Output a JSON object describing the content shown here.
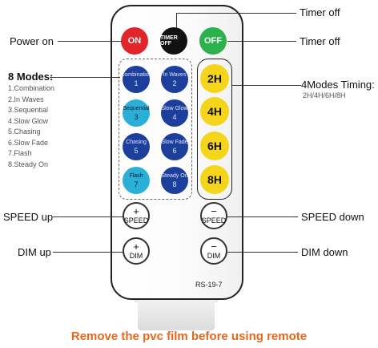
{
  "labels": {
    "power_on": "Power on",
    "timer_off_top": "Timer off",
    "timer_off_right": "Timer off",
    "modes_title": "8 Modes:",
    "modes_list": [
      "1.Combination",
      "2.In Waves",
      "3.Sequential",
      "4.Slow Glow",
      "5.Chasing",
      "6.Slow Fade",
      "7.Flash",
      "8.Steady On"
    ],
    "timing_title": "4Modes Timing:",
    "timing_sub": "2H/4H/6H/8H",
    "speed_up": "SPEED up",
    "speed_down": "SPEED down",
    "dim_up": "DIM up",
    "dim_down": "DIM down",
    "bottom_note": "Remove the pvc film before using remote"
  },
  "remote": {
    "model": "RS-19-7",
    "on_button": "ON",
    "timer_off_button": "TIMER OFF",
    "off_button": "OFF",
    "mode_buttons": [
      {
        "name": "Combination",
        "num": "1"
      },
      {
        "name": "In Waves",
        "num": "2"
      },
      {
        "name": "Sequential",
        "num": "3"
      },
      {
        "name": "Slow Glow",
        "num": "4"
      },
      {
        "name": "Chasing",
        "num": "5"
      },
      {
        "name": "Slow Fade",
        "num": "6"
      },
      {
        "name": "Flash",
        "num": "7"
      },
      {
        "name": "Steady On",
        "num": "8"
      }
    ],
    "timer_buttons": [
      "2H",
      "4H",
      "6H",
      "8H"
    ],
    "speed_up": {
      "sym": "+",
      "label": "SPEED"
    },
    "speed_down": {
      "sym": "−",
      "label": "SPEED"
    },
    "dim_up": {
      "sym": "+",
      "label": "DIM"
    },
    "dim_down": {
      "sym": "−",
      "label": "DIM"
    }
  },
  "colors": {
    "on": "#e0262b",
    "timer_off": "#111111",
    "off": "#2bb24c",
    "mode_dark_blue": "#1d3f9c",
    "mode_light_blue": "#2ab0d6",
    "timer_yellow": "#f5d41c",
    "note_orange": "#e8671c"
  }
}
